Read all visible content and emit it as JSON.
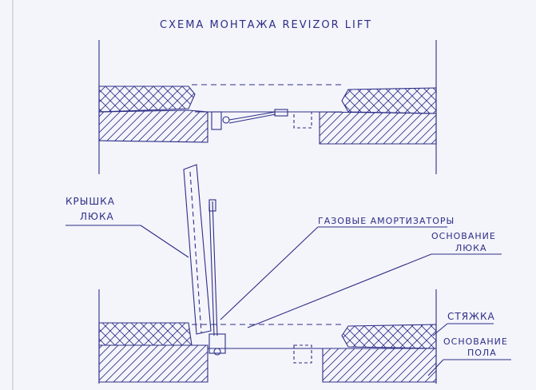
{
  "title": "СХЕМА МОНТАЖА REVIZOR LIFT",
  "labels": {
    "lid_line1": "КРЫШКА",
    "lid_line2": "ЛЮКА",
    "gas_struts": "ГАЗОВЫЕ АМОРТИЗАТОРЫ",
    "hatch_base_line1": "ОСНОВАНИЕ",
    "hatch_base_line2": "ЛЮКА",
    "screed": "СТЯЖКА",
    "floor_base_line1": "ОСНОВАНИЕ",
    "floor_base_line2": "ПОЛА"
  },
  "colors": {
    "ink": "#2c2f86",
    "paper": "#f4f4fb"
  }
}
